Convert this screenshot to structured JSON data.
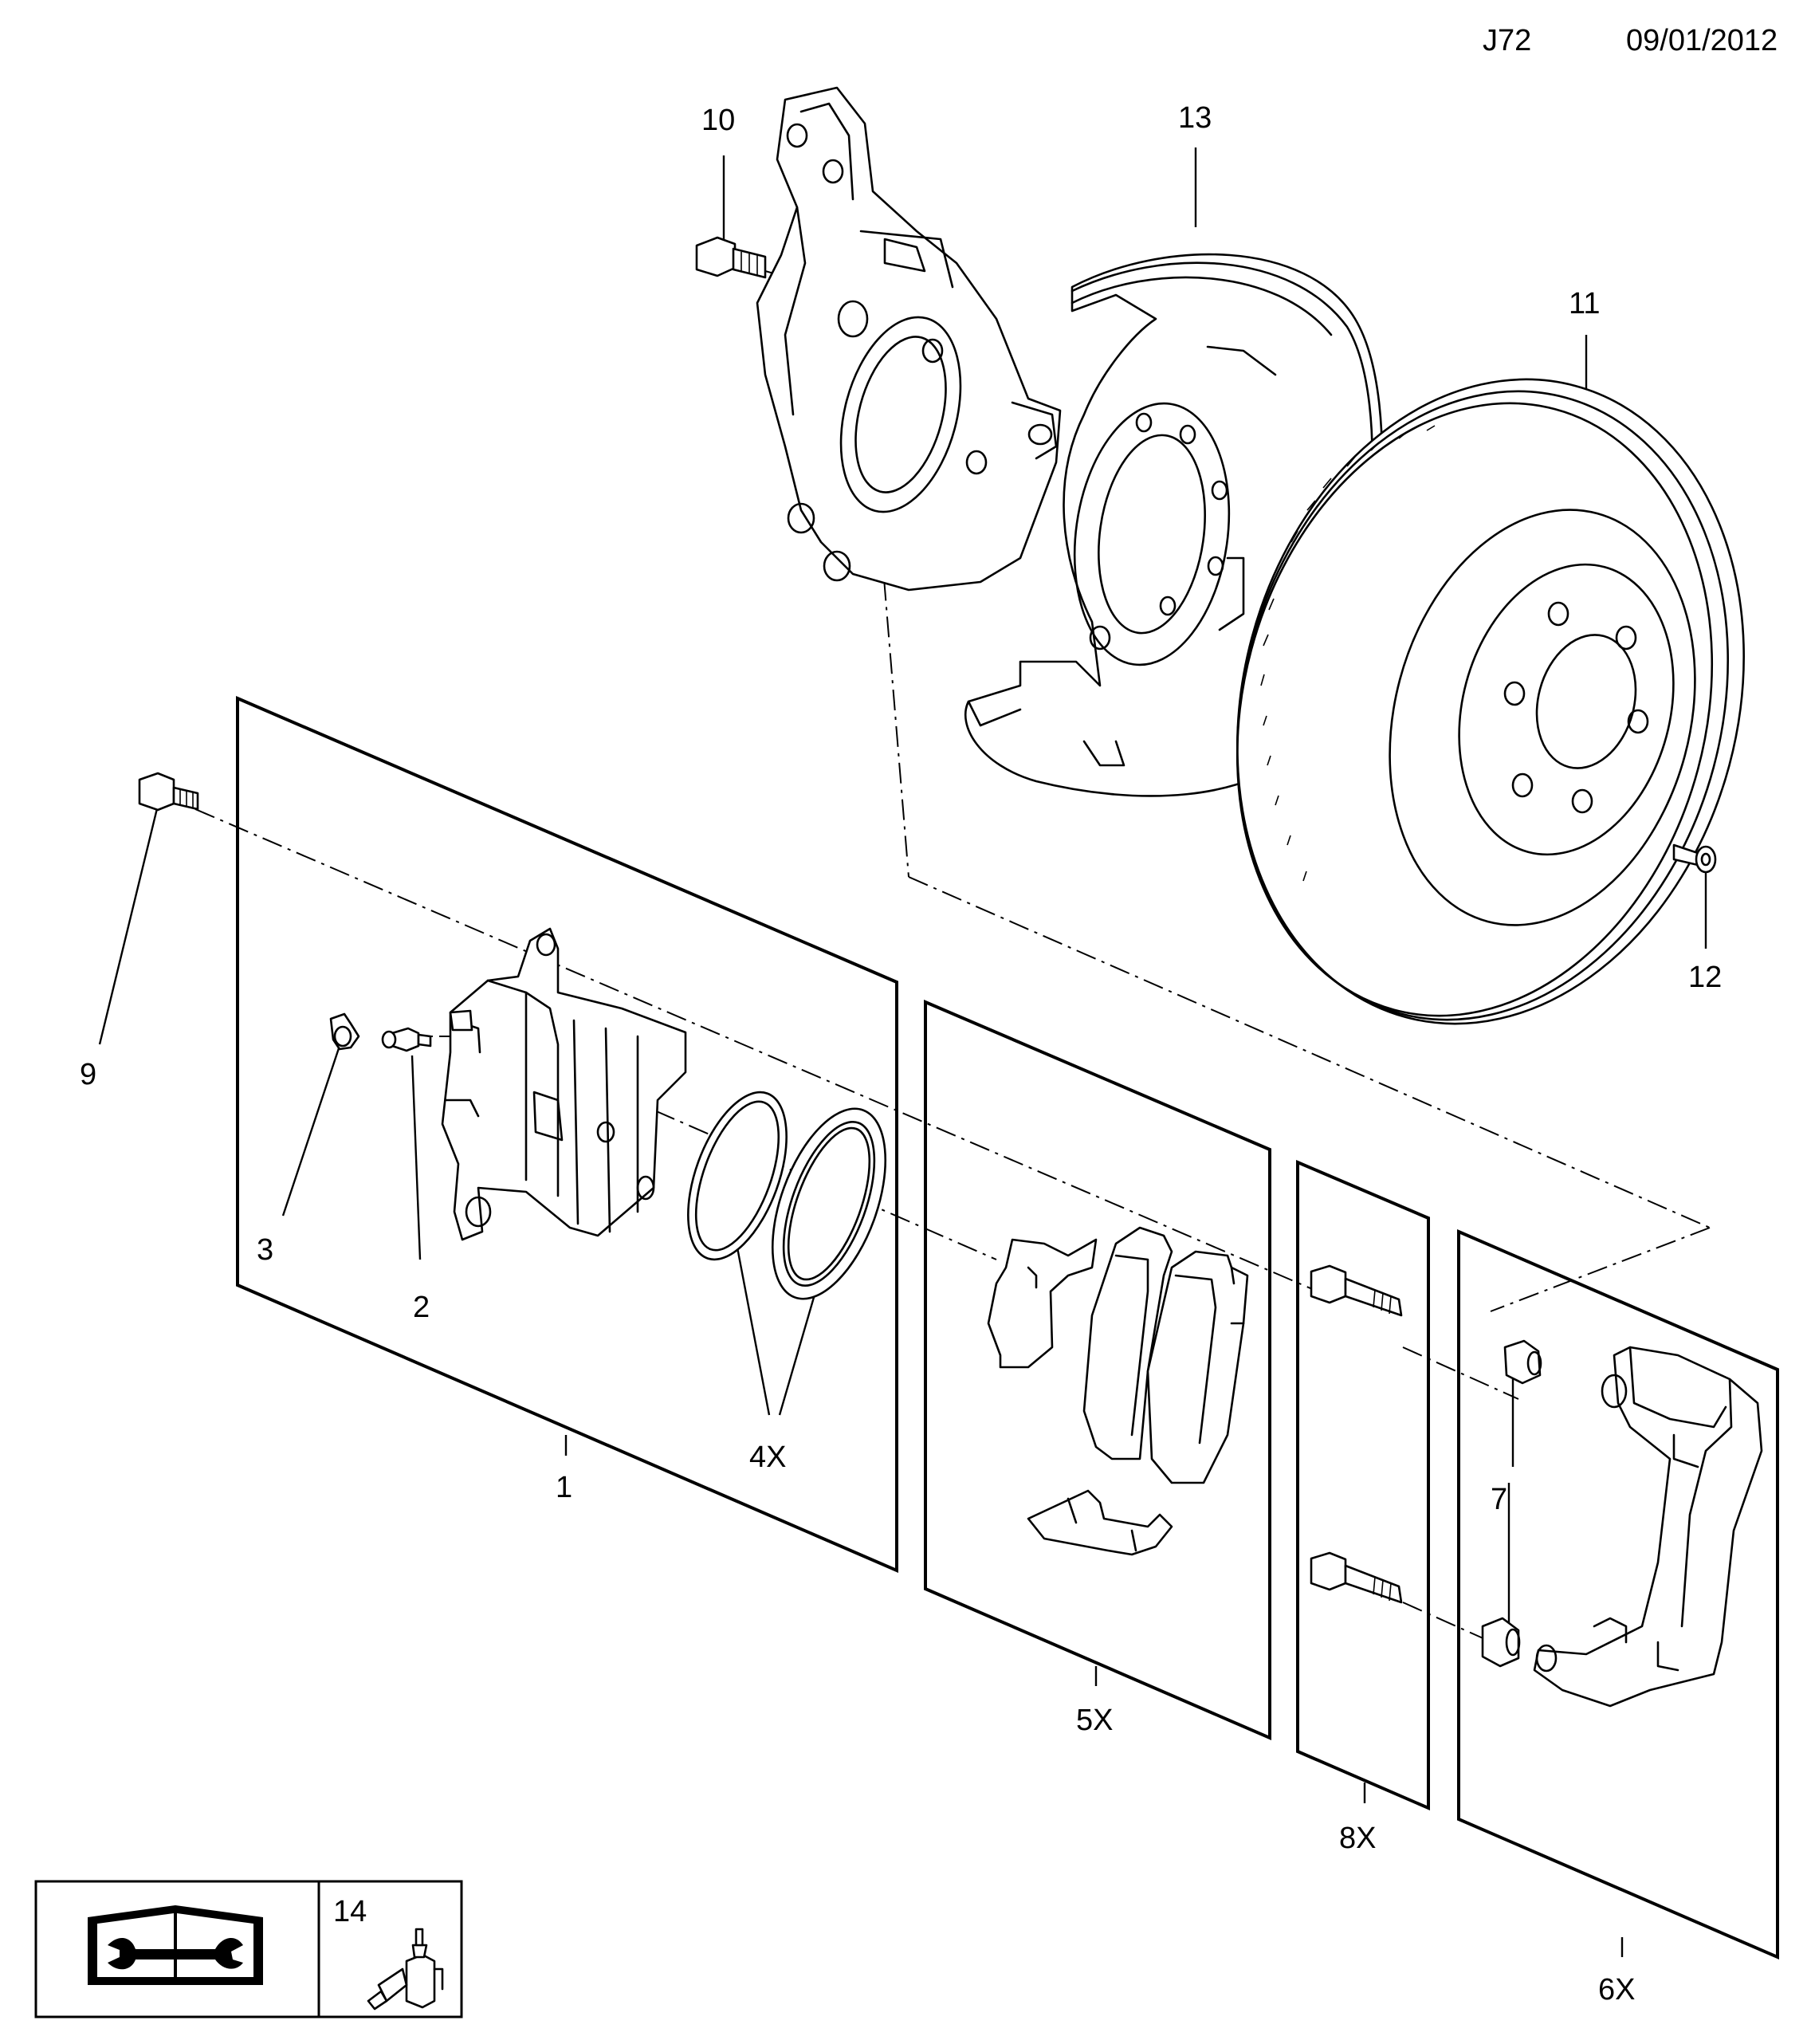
{
  "header": {
    "code": "J72",
    "date": "09/01/2012"
  },
  "callouts": {
    "c1": "1",
    "c2": "2",
    "c3": "3",
    "c4": "4X",
    "c5": "5X",
    "c6": "6X",
    "c7": "7",
    "c8": "8X",
    "c9": "9",
    "c10": "10",
    "c11": "11",
    "c12": "12",
    "c13": "13",
    "c14": "14"
  },
  "icons": {
    "legend_left": "manual-wrench-icon",
    "legend_right": "adhesive-bottle-icon"
  }
}
